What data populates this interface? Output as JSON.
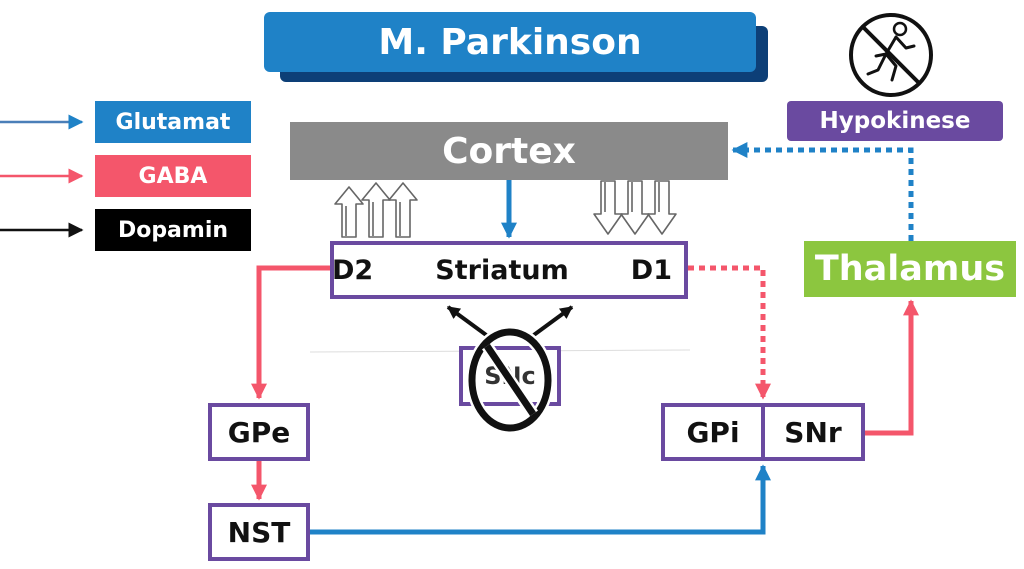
{
  "title": "M. Parkinson",
  "legend": [
    {
      "label": "Glutamat",
      "color": "#1f82c7"
    },
    {
      "label": "GABA",
      "color": "#f4566b"
    },
    {
      "label": "Dopamin",
      "color": "#000000"
    }
  ],
  "nodes": {
    "cortex": "Cortex",
    "striatum": "Striatum",
    "d2": "D2",
    "d1": "D1",
    "thalamus": "Thalamus",
    "hypokinese": "Hypokinese",
    "gpe": "GPe",
    "nst": "NST",
    "gpi": "GPi",
    "snr": "SNr",
    "snc": "SNc"
  },
  "colors": {
    "glutamate": "#1f82c7",
    "gaba": "#f4566b",
    "dopamine": "#000000",
    "purple": "#6a4aa0",
    "green": "#8cc63f",
    "gray": "#8a8a8a"
  },
  "icons": [
    "no-running-icon",
    "prohibited-icon",
    "outline-up-arrows-icon",
    "outline-down-arrows-icon"
  ]
}
